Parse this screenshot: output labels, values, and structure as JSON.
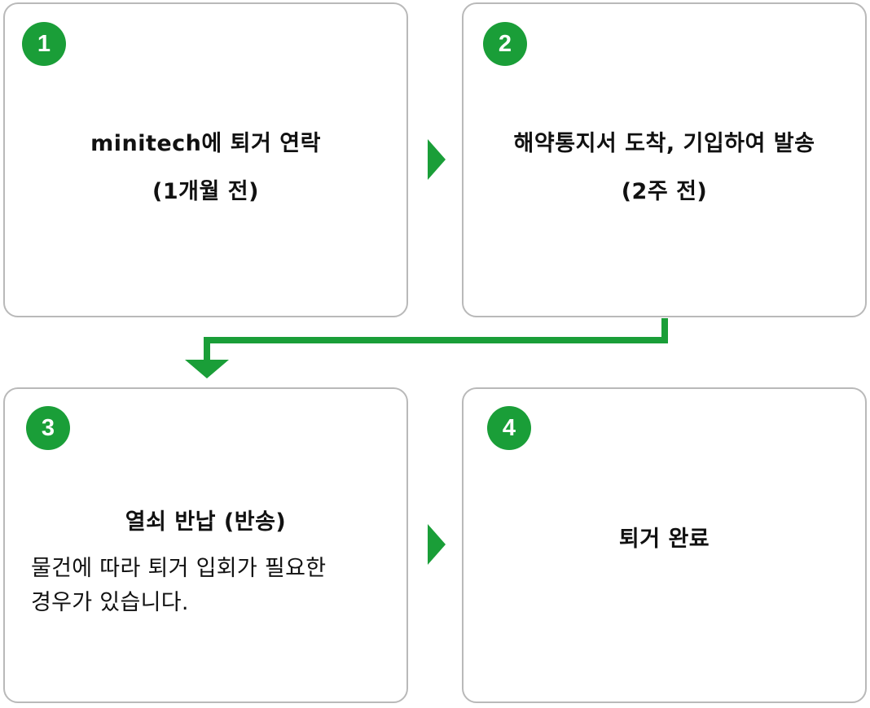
{
  "colors": {
    "accent_green": "#1a9e38",
    "card_border": "#b9b9b9",
    "text": "#111111"
  },
  "steps": [
    {
      "number": "1",
      "title_lines": [
        "minitech에 퇴거 연락",
        "(1개월 전)"
      ]
    },
    {
      "number": "2",
      "title_lines": [
        "해약통지서 도착, 기입하여 발송",
        "(2주 전)"
      ]
    },
    {
      "number": "3",
      "title_lines": [
        "열쇠 반납 (반송)"
      ],
      "note_lines": [
        "물건에 따라 퇴거 입회가 필요한",
        "경우가 있습니다."
      ]
    },
    {
      "number": "4",
      "title_lines": [
        "퇴거 완료"
      ]
    }
  ],
  "connectors": [
    {
      "from": "1",
      "to": "2",
      "shape": "right-arrow"
    },
    {
      "from": "2",
      "to": "3",
      "shape": "elbow-down-arrow"
    },
    {
      "from": "3",
      "to": "4",
      "shape": "right-arrow"
    }
  ]
}
